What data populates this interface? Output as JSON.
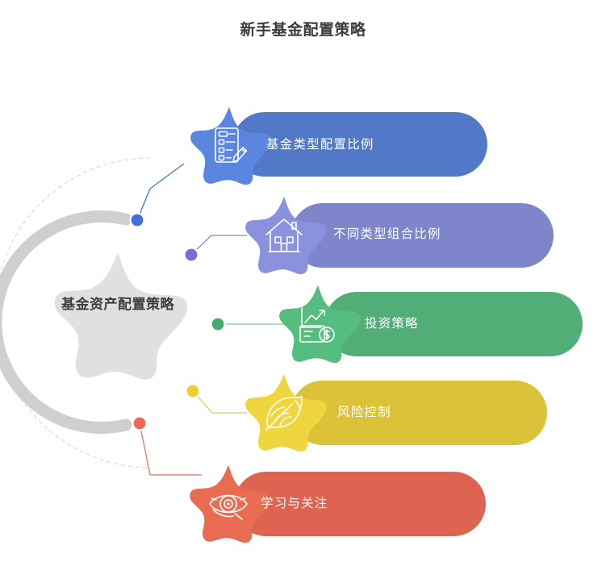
{
  "title": "新手基金配置策略",
  "center": {
    "label": "基金资产配置策略",
    "ring_color": "#d0d0d0",
    "dashed_arc_color": "#d9d9d9",
    "star_color": "#e2e2e2"
  },
  "branches": [
    {
      "label": "基金类型配置比例",
      "pill_color": "#5278c8",
      "star_color": "#5b86e0",
      "dot_color": "#4272d8",
      "connector_color": "#4272d8",
      "icon": "document-checklist-pen-icon"
    },
    {
      "label": "不同类型组合比例",
      "pill_color": "#7e85ca",
      "star_color": "#8a91dd",
      "dot_color": "#6f72d6",
      "connector_color": "#7e85ca",
      "icon": "house-icon"
    },
    {
      "label": "投资策略",
      "pill_color": "#51ae76",
      "star_color": "#55bd80",
      "dot_color": "#3fb06d",
      "connector_color": "#7fc49b",
      "icon": "growth-chart-dollar-icon"
    },
    {
      "label": "风险控制",
      "pill_color": "#dcc239",
      "star_color": "#efd63f",
      "dot_color": "#f2cc33",
      "connector_color": "#e3cc55",
      "icon": "leaf-icon"
    },
    {
      "label": "学习与关注",
      "pill_color": "#dd6450",
      "star_color": "#e96b52",
      "dot_color": "#ec6a52",
      "connector_color": "#e07560",
      "icon": "eye-search-icon"
    }
  ]
}
